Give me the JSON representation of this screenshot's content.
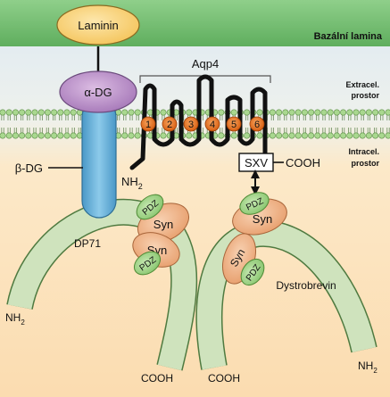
{
  "basal_lamina": {
    "label": "Bazální lamina"
  },
  "compartments": {
    "extracellular": [
      "Extracel.",
      "prostor"
    ],
    "intracellular": [
      "Intracel.",
      "prostor"
    ]
  },
  "proteins": {
    "laminin": "Laminin",
    "alpha_dg": "α-DG",
    "beta_dg": "β-DG",
    "aqp4": "Aqp4",
    "sxv": "SXV",
    "dp71": "DP71",
    "dystrobrevin": "Dystrobrevin",
    "pdz": "PDZ",
    "syn": "Syn"
  },
  "termini": {
    "cooh": "COOH",
    "nh2_base": "NH",
    "nh2_sub": "2"
  },
  "helix_numbers": [
    "1",
    "2",
    "3",
    "4",
    "5",
    "6"
  ],
  "colors": {
    "lamina_green": "#7dc47a",
    "extracellular_bg": "#dbe7f3",
    "intracellular_bg": "#fbe4c1",
    "laminin": "#fbd784",
    "alpha_dg": "#c9a0d3",
    "beta_dg": "#67b2d9",
    "dystrophin_tube": "#cfe3bd",
    "syn": "#f2ba8e",
    "pdz": "#a9d88f",
    "helix_marker": "#e8731e"
  }
}
